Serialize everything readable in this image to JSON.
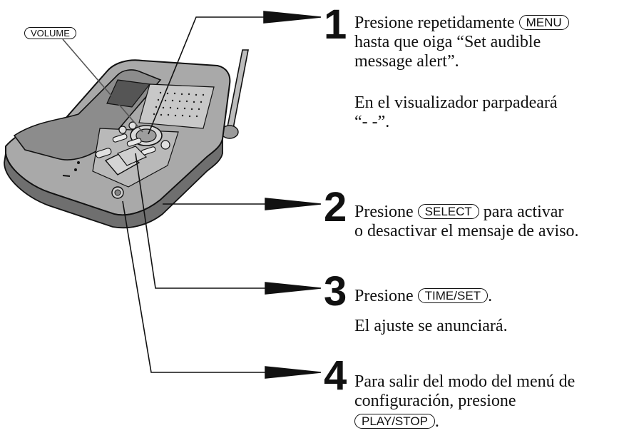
{
  "volume_label": "VOLUME",
  "steps": [
    {
      "number": "1",
      "line1_before": "Presione repetidamente ",
      "line1_key": "MENU",
      "line2": "hasta que oiga “Set audible",
      "line3": "message alert”.",
      "note1": "En el visualizador parpadeará",
      "note2": "“- -”."
    },
    {
      "number": "2",
      "line1_before": "Presione ",
      "line1_key": "SELECT",
      "line1_after": " para activar",
      "line2": "o desactivar el mensaje de aviso."
    },
    {
      "number": "3",
      "line1_before": "Presione ",
      "line1_key": "TIME/SET",
      "line1_after": ".",
      "note1": "El ajuste se anunciará."
    },
    {
      "number": "4",
      "line1": "Para salir del modo del menú de",
      "line2": "configuración, presione",
      "line3_key": "PLAY/STOP",
      "line3_after": "."
    }
  ]
}
